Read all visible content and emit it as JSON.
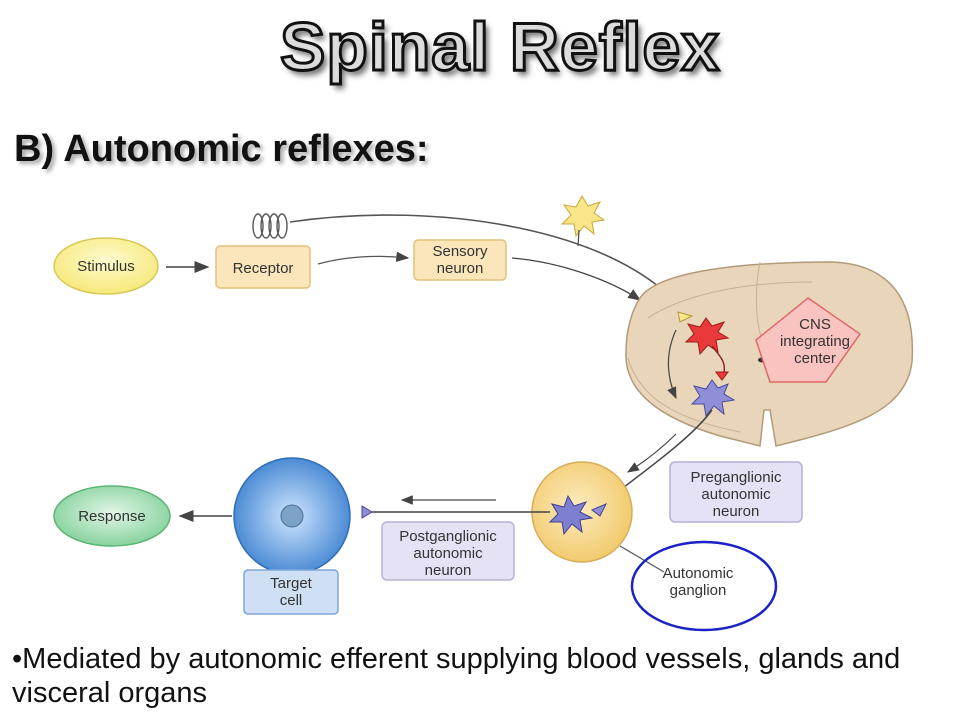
{
  "title": "Spinal Reflex",
  "heading": "B) Autonomic reflexes:",
  "diagram": {
    "stimulus": "Stimulus",
    "receptor": "Receptor",
    "sensory_line1": "Sensory",
    "sensory_line2": "neuron",
    "cns_line1": "CNS",
    "cns_line2": "integrating",
    "cns_line3": "center",
    "preganglionic_line1": "Preganglionic",
    "preganglionic_line2": "autonomic",
    "preganglionic_line3": "neuron",
    "postganglionic_line1": "Postganglionic",
    "postganglionic_line2": "autonomic",
    "postganglionic_line3": "neuron",
    "ganglion_line1": "Autonomic",
    "ganglion_line2": "ganglion",
    "target_line1": "Target",
    "target_line2": "cell",
    "response": "Response",
    "colors": {
      "stimulus": "#f8ef8a",
      "receptor": "#fbe6bc",
      "cns_box": "#f9c3c0",
      "neuron_box": "#e6e2f5",
      "ganglion": "#f6d98c",
      "target_cell": "#4d8fd6",
      "response": "#8fd7a3",
      "highlight_ring": "#1a22c8"
    }
  },
  "caption": {
    "bullet": "•",
    "part1": "Mediated by ",
    "emphasis": "autonomic efferent",
    "part2": " supplying blood vessels, glands and visceral organs"
  }
}
